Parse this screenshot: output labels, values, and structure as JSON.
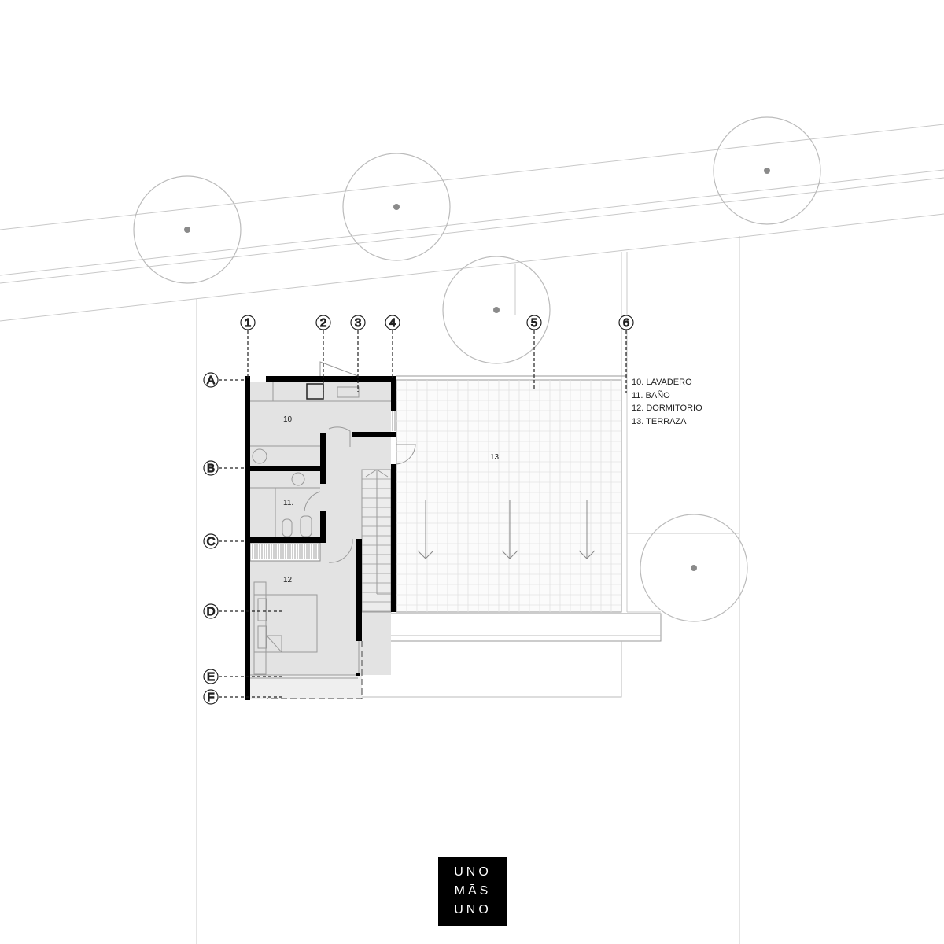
{
  "plan": {
    "axes_columns": [
      "1",
      "2",
      "3",
      "4",
      "5",
      "6"
    ],
    "axes_rows": [
      "A",
      "B",
      "C",
      "D",
      "E",
      "F"
    ],
    "rooms": [
      {
        "id": "10",
        "label": "10."
      },
      {
        "id": "11",
        "label": "11."
      },
      {
        "id": "12",
        "label": "12."
      },
      {
        "id": "13",
        "label": "13."
      }
    ]
  },
  "legend": {
    "items": [
      "10. LAVADERO",
      "11. BAÑO",
      "12. DORMITORIO",
      "13. TERRAZA"
    ]
  },
  "logo": {
    "lines": [
      "UNO",
      "MĀS",
      "UNO"
    ]
  },
  "colors": {
    "wall": "#000000",
    "floor": "#e3e3e3",
    "line": "#b0b0b0",
    "tree": "#8a8a8a"
  }
}
